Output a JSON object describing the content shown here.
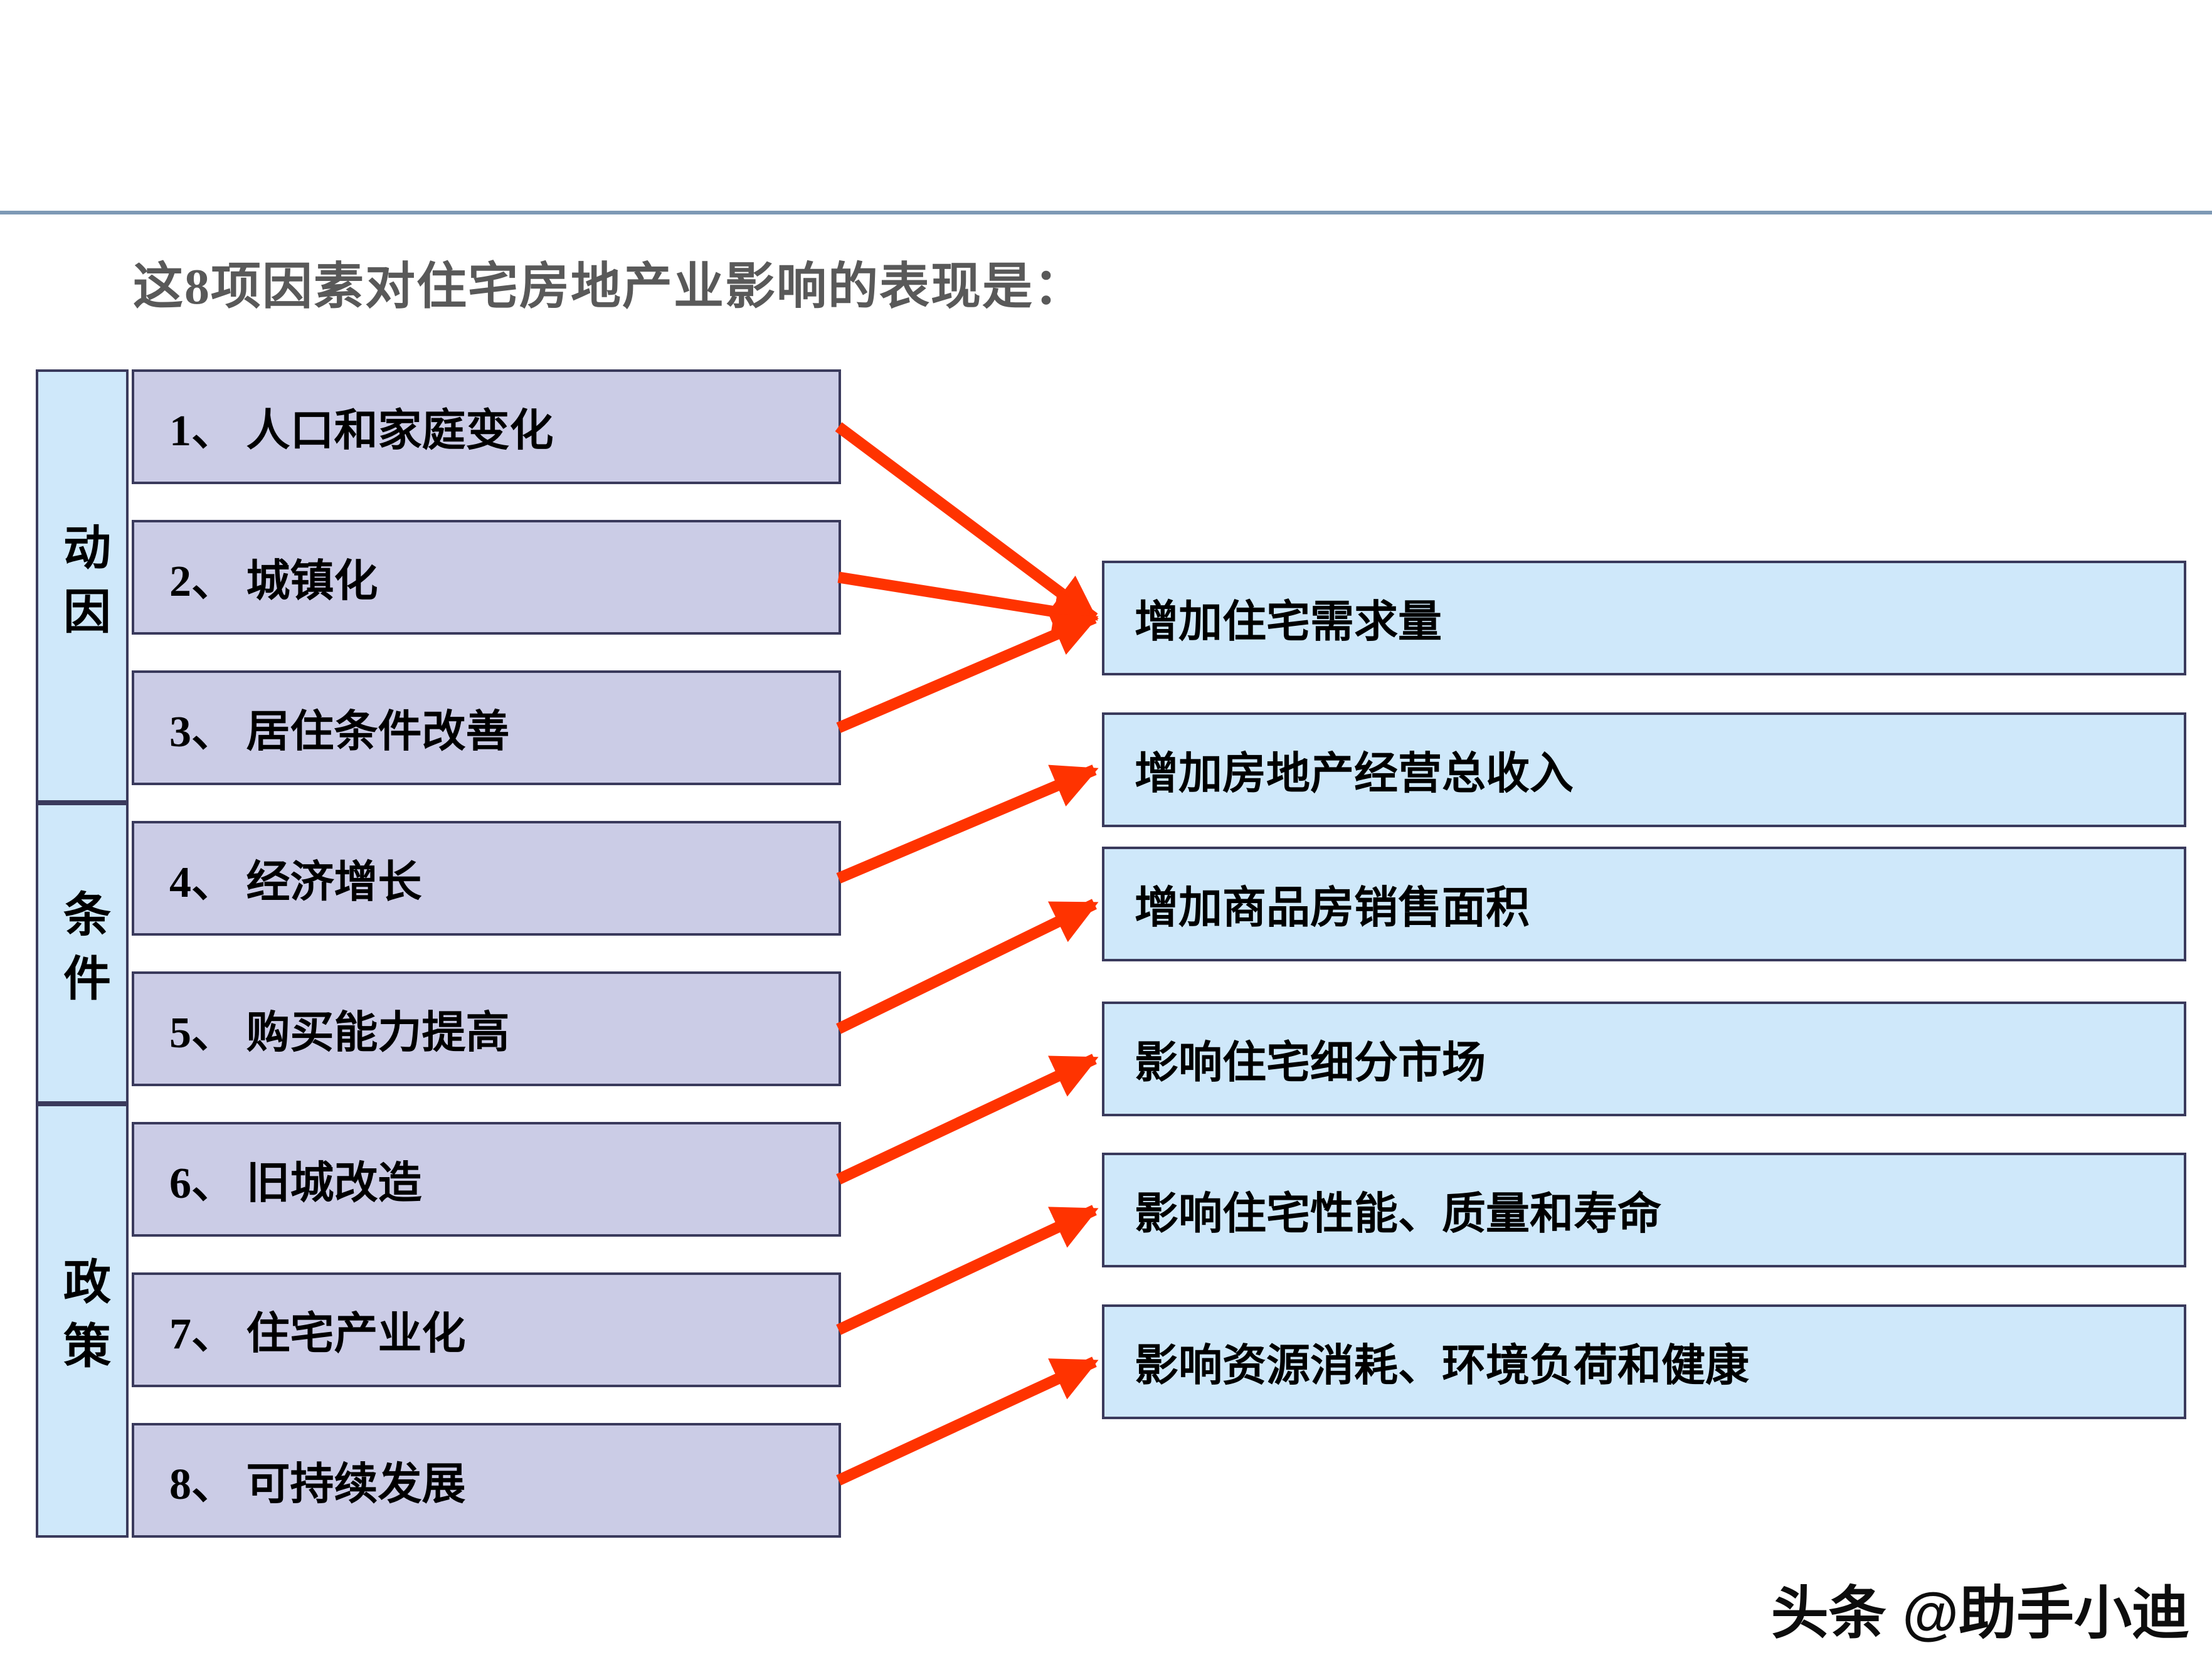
{
  "page": {
    "title": "这8项因素对住宅房地产业影响的表现是：",
    "watermark": "头条 @助手小迪"
  },
  "categories": [
    {
      "label": "动因"
    },
    {
      "label": "条件"
    },
    {
      "label": "政策"
    }
  ],
  "factors": [
    "1、 人口和家庭变化",
    "2、 城镇化",
    "3、 居住条件改善",
    "4、 经济增长",
    "5、 购买能力提高",
    "6、 旧城改造",
    "7、 住宅产业化",
    "8、 可持续发展"
  ],
  "effects": [
    "增加住宅需求量",
    "增加房地产经营总收入",
    "增加商品房销售面积",
    "影响住宅细分市场",
    "影响住宅性能、质量和寿命",
    "影响资源消耗、环境负荷和健康"
  ],
  "connections": [
    {
      "from": 1,
      "to": 1
    },
    {
      "from": 2,
      "to": 1
    },
    {
      "from": 3,
      "to": 1
    },
    {
      "from": 4,
      "to": 2
    },
    {
      "from": 5,
      "to": 3
    },
    {
      "from": 6,
      "to": 4
    },
    {
      "from": 7,
      "to": 5
    },
    {
      "from": 8,
      "to": 6
    }
  ],
  "colors": {
    "arrow": "#ff3300",
    "factor_fill": "#cbcce6",
    "effect_fill": "#cfe8fa",
    "box_border": "#3a3a5c",
    "title_text": "#595959",
    "divider": "#7d99b5"
  }
}
